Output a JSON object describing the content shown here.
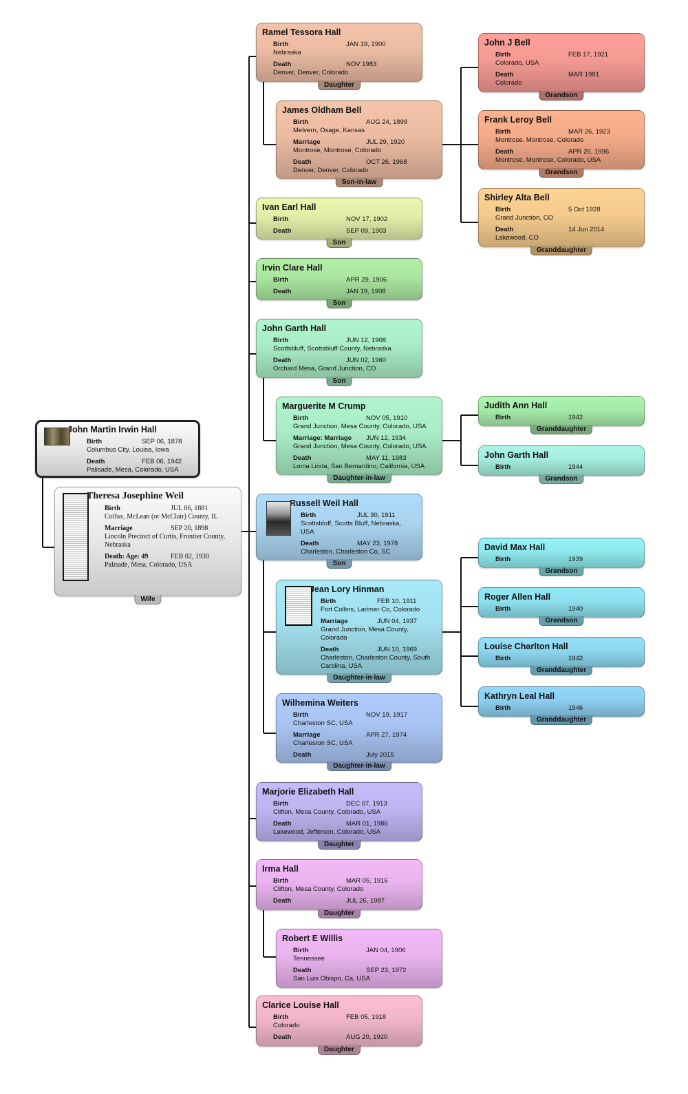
{
  "root": {
    "name": "John Martin Irwin Hall",
    "events": [
      {
        "type": "Birth",
        "date": "SEP 06, 1878",
        "place": "Columbus City, Louisa, Iowa"
      },
      {
        "type": "Death",
        "date": "FEB 06, 1942",
        "place": "Palisade, Mesa, Colorado, USA"
      }
    ],
    "photo_icon": "portrait-photo-icon"
  },
  "wife": {
    "name": "Theresa Josephine Weil",
    "role": "Wife",
    "events": [
      {
        "type": "Birth",
        "date": "JUL 06, 1881",
        "place": "Colfax, McLean (or McClair) County, IL"
      },
      {
        "type": "Marriage",
        "date": "SEP 20, 1898",
        "place": "Lincoln Precinct of Curtis, Frontier County, Nebraska"
      },
      {
        "type": "Death: Age: 49",
        "date": "FEB 02, 1930",
        "place": "Palisade, Mesa, Colorado, USA"
      }
    ],
    "photo_icon": "newspaper-clipping-icon"
  },
  "children": [
    {
      "id": "ramel",
      "name": "Ramel Tessora Hall",
      "role": "Daughter",
      "color": "#ebbca3",
      "events": [
        {
          "type": "Birth",
          "date": "JAN 19, 1900",
          "place": "Nebraska"
        },
        {
          "type": "Death",
          "date": "NOV 1983",
          "place": "Denver, Denver, Colorado"
        }
      ]
    },
    {
      "id": "james",
      "name": "James Oldham Bell",
      "role": "Son-in-law",
      "color": "#ebbca3",
      "events": [
        {
          "type": "Birth",
          "date": "AUG 24, 1899",
          "place": "Melvern, Osage, Kansas"
        },
        {
          "type": "Marriage",
          "date": "JUL 29, 1920",
          "place": "Montrose, Montrose, Colorado"
        },
        {
          "type": "Death",
          "date": "OCT 26, 1968",
          "place": "Denver, Denver, Colorado"
        }
      ]
    },
    {
      "id": "ivan",
      "name": "Ivan Earl Hall",
      "role": "Son",
      "color": "#e2eda8",
      "events": [
        {
          "type": "Birth",
          "date": "NOV 17, 1902",
          "place": ""
        },
        {
          "type": "Death",
          "date": "SEP 09, 1903",
          "place": ""
        }
      ]
    },
    {
      "id": "irvin",
      "name": "Irvin Clare Hall",
      "role": "Son",
      "color": "#abe6a0",
      "events": [
        {
          "type": "Birth",
          "date": "APR 29, 1906",
          "place": ""
        },
        {
          "type": "Death",
          "date": "JAN 19, 1908",
          "place": ""
        }
      ]
    },
    {
      "id": "johngarth",
      "name": "John Garth Hall",
      "role": "Son",
      "color": "#a9ecc6",
      "events": [
        {
          "type": "Birth",
          "date": "JUN 12, 1908",
          "place": "Scottsbluff, Scottsbluff County, Nebraska"
        },
        {
          "type": "Death",
          "date": "JUN 02, 1960",
          "place": "Orchard Mesa, Grand Junction, CO"
        }
      ]
    },
    {
      "id": "marguerite",
      "name": "Marguerite M Crump",
      "role": "Daughter-in-law",
      "color": "#a9ecc6",
      "events": [
        {
          "type": "Birth",
          "date": "NOV 05, 1910",
          "place": "Grand Junction, Mesa County, Colorado, USA"
        },
        {
          "type": "Marriage: Marriage",
          "date": "JUN 12, 1934",
          "place": "Grand Junction, Mesa County, Colorado, USA"
        },
        {
          "type": "Death",
          "date": "MAY 11, 1983",
          "place": "Loma Linda, San Bernardino, California, USA"
        }
      ]
    },
    {
      "id": "russell",
      "name": "Russell Weil Hall",
      "role": "Son",
      "color": "#a9d3ef",
      "events": [
        {
          "type": "Birth",
          "date": "JUL 30, 1911",
          "place": "Scottsbluff, Scotts Bluff, Nebraska, USA"
        },
        {
          "type": "Death",
          "date": "MAY 23, 1978",
          "place": "Charleston, Charleston Co, SC"
        }
      ]
    },
    {
      "id": "jean",
      "name": "Jean Lory Hinman",
      "role": "Daughter-in-law",
      "color": "#a2e0ee",
      "events": [
        {
          "type": "Birth",
          "date": "FEB 10, 1911",
          "place": "Fort Collins, Larimer Co, Colorado"
        },
        {
          "type": "Marriage",
          "date": "JUN 04, 1937",
          "place": "Grand Junction, Mesa County, Colorado"
        },
        {
          "type": "Death",
          "date": "JUN 10, 1969",
          "place": "Charleston, Charleston County, South Carolina, USA"
        }
      ]
    },
    {
      "id": "wilhemina",
      "name": "Wilhemina Weiters",
      "role": "Daughter-in-law",
      "color": "#a9c4f2",
      "events": [
        {
          "type": "Birth",
          "date": "NOV 19, 1917",
          "place": "Charleston SC, USA"
        },
        {
          "type": "Marriage",
          "date": "APR 27, 1974",
          "place": "Charleston SC, USA"
        },
        {
          "type": "Death",
          "date": "July 2015",
          "place": ""
        }
      ]
    },
    {
      "id": "marjorie",
      "name": "Marjorie Elizabeth Hall",
      "role": "Daughter",
      "color": "#c0b4f0",
      "events": [
        {
          "type": "Birth",
          "date": "DEC 07, 1913",
          "place": "Clifton, Mesa County, Colorado, USA"
        },
        {
          "type": "Death",
          "date": "MAR 01, 1986",
          "place": "Lakewood, Jefferson, Colorado, USA"
        }
      ]
    },
    {
      "id": "irma",
      "name": "Irma Hall",
      "role": "Daughter",
      "color": "#e9b3ee",
      "events": [
        {
          "type": "Birth",
          "date": "MAR 05, 1916",
          "place": "Clifton, Mesa County, Colorado"
        },
        {
          "type": "Death",
          "date": "JUL 26, 1987",
          "place": ""
        }
      ]
    },
    {
      "id": "robert",
      "name": "Robert E Willis",
      "role": "",
      "color": "#e9b3ee",
      "events": [
        {
          "type": "Birth",
          "date": "JAN 04, 1906",
          "place": "Tennessee"
        },
        {
          "type": "Death",
          "date": "SEP 23, 1972",
          "place": "San Luis Obispo, Ca, USA"
        }
      ]
    },
    {
      "id": "clarice",
      "name": "Clarice Louise Hall",
      "role": "Daughter",
      "color": "#f1b6cc",
      "events": [
        {
          "type": "Birth",
          "date": "FEB 05, 1918",
          "place": "Colorado"
        },
        {
          "type": "Death",
          "date": "AUG 20, 1920",
          "place": ""
        }
      ]
    }
  ],
  "grandchildren": [
    {
      "id": "johnj",
      "name": "John J Bell",
      "role": "Grandson",
      "color": "#f49a93",
      "events": [
        {
          "type": "Birth",
          "date": "FEB 17, 1921",
          "place": "Colorado, USA"
        },
        {
          "type": "Death",
          "date": "MAR 1981",
          "place": "Colorado"
        }
      ]
    },
    {
      "id": "frank",
      "name": "Frank Leroy Bell",
      "role": "Grandson",
      "color": "#f4ab89",
      "events": [
        {
          "type": "Birth",
          "date": "MAR 26, 1923",
          "place": "Montrose, Montrose, Colorado"
        },
        {
          "type": "Death",
          "date": "APR 26, 1996",
          "place": "Montrose, Montrose, Colorado, USA"
        }
      ]
    },
    {
      "id": "shirley",
      "name": "Shirley Alta Bell",
      "role": "Granddaughter",
      "color": "#f4cb8d",
      "events": [
        {
          "type": "Birth",
          "date": "5 Oct 1928",
          "place": "Grand Junction, CO"
        },
        {
          "type": "Death",
          "date": "14 Jun 2014",
          "place": "Lakewood, CO"
        }
      ]
    },
    {
      "id": "judith",
      "name": "Judith Ann Hall",
      "role": "Granddaughter",
      "color": "#a6eba9",
      "events": [
        {
          "type": "Birth",
          "date": "1942",
          "place": ""
        }
      ]
    },
    {
      "id": "johngarth2",
      "name": "John Garth Hall",
      "role": "Grandson",
      "color": "#a4ecdc",
      "events": [
        {
          "type": "Birth",
          "date": "1944",
          "place": ""
        }
      ]
    },
    {
      "id": "david",
      "name": "David Max Hall",
      "role": "Grandson",
      "color": "#8ee9ec",
      "events": [
        {
          "type": "Birth",
          "date": "1939",
          "place": ""
        }
      ]
    },
    {
      "id": "roger",
      "name": "Roger Allen Hall",
      "role": "Grandson",
      "color": "#8de0ee",
      "events": [
        {
          "type": "Birth",
          "date": "1940",
          "place": ""
        }
      ]
    },
    {
      "id": "louise",
      "name": "Louise Charlton Hall",
      "role": "Granddaughter",
      "color": "#8ed7ef",
      "events": [
        {
          "type": "Birth",
          "date": "1942",
          "place": ""
        }
      ]
    },
    {
      "id": "kathryn",
      "name": "Kathryn Leal Hall",
      "role": "Granddaughter",
      "color": "#8ccff0",
      "events": [
        {
          "type": "Birth",
          "date": "1946",
          "place": ""
        }
      ]
    }
  ]
}
